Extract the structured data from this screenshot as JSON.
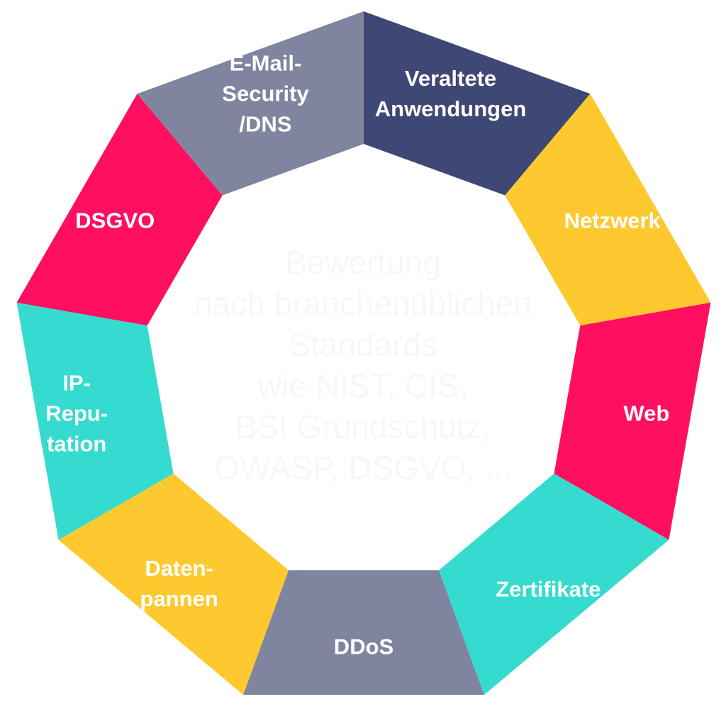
{
  "diagram": {
    "center": {
      "lines": [
        "Bewertung",
        "nach branchenüblichen",
        "Standards",
        "wie NIST, CIS,",
        "BSI Grundschutz,",
        "OWASP, DSGVO, ..."
      ]
    },
    "segments": [
      {
        "id": "veraltete-anwendungen",
        "lines": [
          "Veraltete",
          "Anwendungen"
        ],
        "color": "#3f4874"
      },
      {
        "id": "netzwerk",
        "lines": [
          "Netzwerk"
        ],
        "color": "#fdc92f"
      },
      {
        "id": "web",
        "lines": [
          "Web"
        ],
        "color": "#ff0f5f"
      },
      {
        "id": "zertifikate",
        "lines": [
          "Zertifikate"
        ],
        "color": "#36dbd0"
      },
      {
        "id": "ddos",
        "lines": [
          "DDoS"
        ],
        "color": "#7f859f"
      },
      {
        "id": "datenpannen",
        "lines": [
          "Daten-",
          "pannen"
        ],
        "color": "#fdc92f"
      },
      {
        "id": "ip-reputation",
        "lines": [
          "IP-",
          "Repu-",
          "tation"
        ],
        "color": "#36dbd0"
      },
      {
        "id": "dsgvo",
        "lines": [
          "DSGVO"
        ],
        "color": "#ff0f5f"
      },
      {
        "id": "email-security-dns",
        "lines": [
          "E-Mail-",
          "Security",
          "/DNS"
        ],
        "color": "#7f859f"
      }
    ]
  }
}
